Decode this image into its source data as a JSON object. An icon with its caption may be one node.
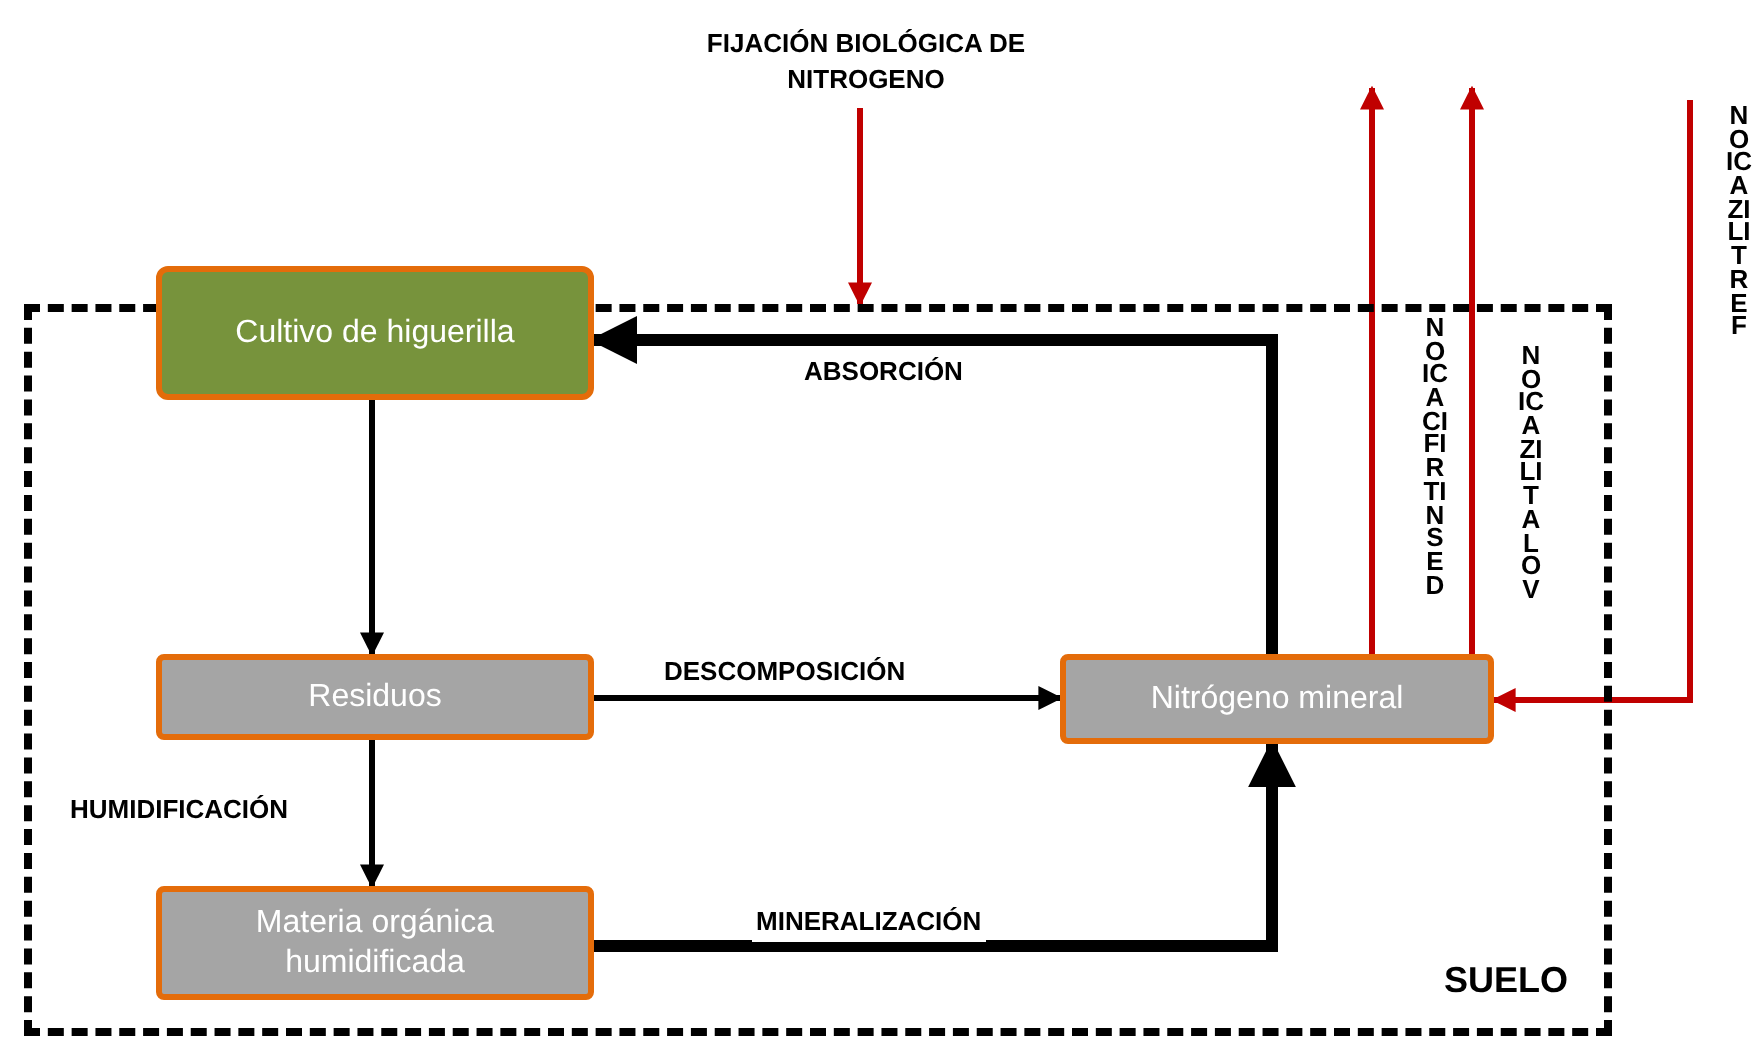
{
  "diagram": {
    "nodes": [
      {
        "text": [
          "SUELO"
        ]
      },
      {
        "text": [
          "Cultivo de higuerilla"
        ]
      },
      {
        "text": [
          "Residuos"
        ],
        "in": 0
      },
      {
        "text": [
          "Materia orgánica humidificada"
        ],
        "in": 0
      },
      {
        "text": [
          "Nitrógeno mineral"
        ],
        "in": 0
      },
      {
        "text": [
          "FIJACIÓN BIOLÓGICA DE NITROGENO"
        ]
      }
    ],
    "edges": [
      {
        "from": 5,
        "to": 0,
        "arrow": "to",
        "color": "#c00000"
      },
      {
        "from": 4,
        "to": 1,
        "arrow": "to",
        "label": "ABSORCIÓN",
        "style": "thick"
      },
      {
        "from": 1,
        "to": 2,
        "arrow": "to"
      },
      {
        "from": 2,
        "to": 4,
        "arrow": "to",
        "label": "DESCOMPOSICIÓN"
      },
      {
        "from": 2,
        "to": 3,
        "arrow": "to",
        "label": "HUMIDIFICACIÓN"
      },
      {
        "from": 3,
        "to": 4,
        "arrow": "to",
        "label": "MINERALIZACIÓN",
        "style": "thick"
      },
      {
        "from": 4,
        "to": null,
        "arrow": "to",
        "label": "NOICACIFIRTINSED",
        "color": "#c00000"
      },
      {
        "from": 4,
        "to": null,
        "arrow": "to",
        "label": "NOICAZILITALOV",
        "color": "#c00000"
      },
      {
        "from": null,
        "to": 4,
        "arrow": "to",
        "label": "NOICAZILITREF",
        "color": "#c00000"
      }
    ]
  }
}
